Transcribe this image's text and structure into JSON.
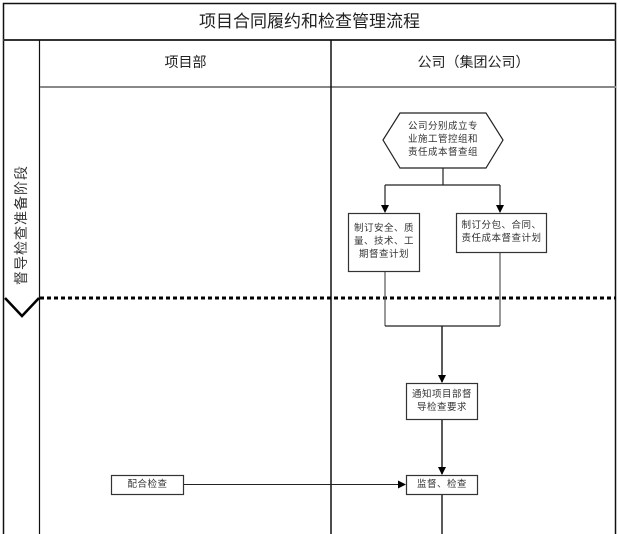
{
  "title": "项目合同履约和检查管理流程",
  "lanes": [
    {
      "label": "项目部"
    },
    {
      "label": "公司（集团公司）"
    }
  ],
  "phases": [
    {
      "label": "督导检查准备阶段"
    }
  ],
  "nodes": {
    "setup_groups": {
      "shape": "hexagon",
      "lane": "公司（集团公司）",
      "text": "公司分别成立专业施工管控组和责任成本督查组",
      "lines": [
        "公司分别成立专",
        "业施工管控组和",
        "责任成本督查组"
      ]
    },
    "plan_safety": {
      "shape": "process",
      "lane": "公司（集团公司）",
      "text": "制订安全、质量、技术、工期督查计划",
      "lines": [
        "制订安全、质",
        "量、技术、工",
        "期督查计划"
      ]
    },
    "plan_subcontract": {
      "shape": "process",
      "lane": "公司（集团公司）",
      "text": "制订分包、合同、责任成本督查计划",
      "lines": [
        "制订分包、合同、",
        "责任成本督查计划"
      ]
    },
    "notify_project": {
      "shape": "process",
      "lane": "公司（集团公司）",
      "text": "通知项目部督导检查要求",
      "lines": [
        "通知项目部督",
        "导检查要求"
      ]
    },
    "cooperate_check": {
      "shape": "process",
      "lane": "项目部",
      "text": "配合检查",
      "lines": [
        "配合检查"
      ]
    },
    "supervise_check": {
      "shape": "process",
      "lane": "公司（集团公司）",
      "text": "监督、检查",
      "lines": [
        "监督、检查"
      ]
    }
  },
  "edges": [
    {
      "from": "setup_groups",
      "to": "plan_safety"
    },
    {
      "from": "setup_groups",
      "to": "plan_subcontract"
    },
    {
      "from": "plan_safety",
      "to": "notify_project"
    },
    {
      "from": "plan_subcontract",
      "to": "notify_project"
    },
    {
      "from": "notify_project",
      "to": "supervise_check"
    },
    {
      "from": "cooperate_check",
      "to": "supervise_check"
    }
  ]
}
